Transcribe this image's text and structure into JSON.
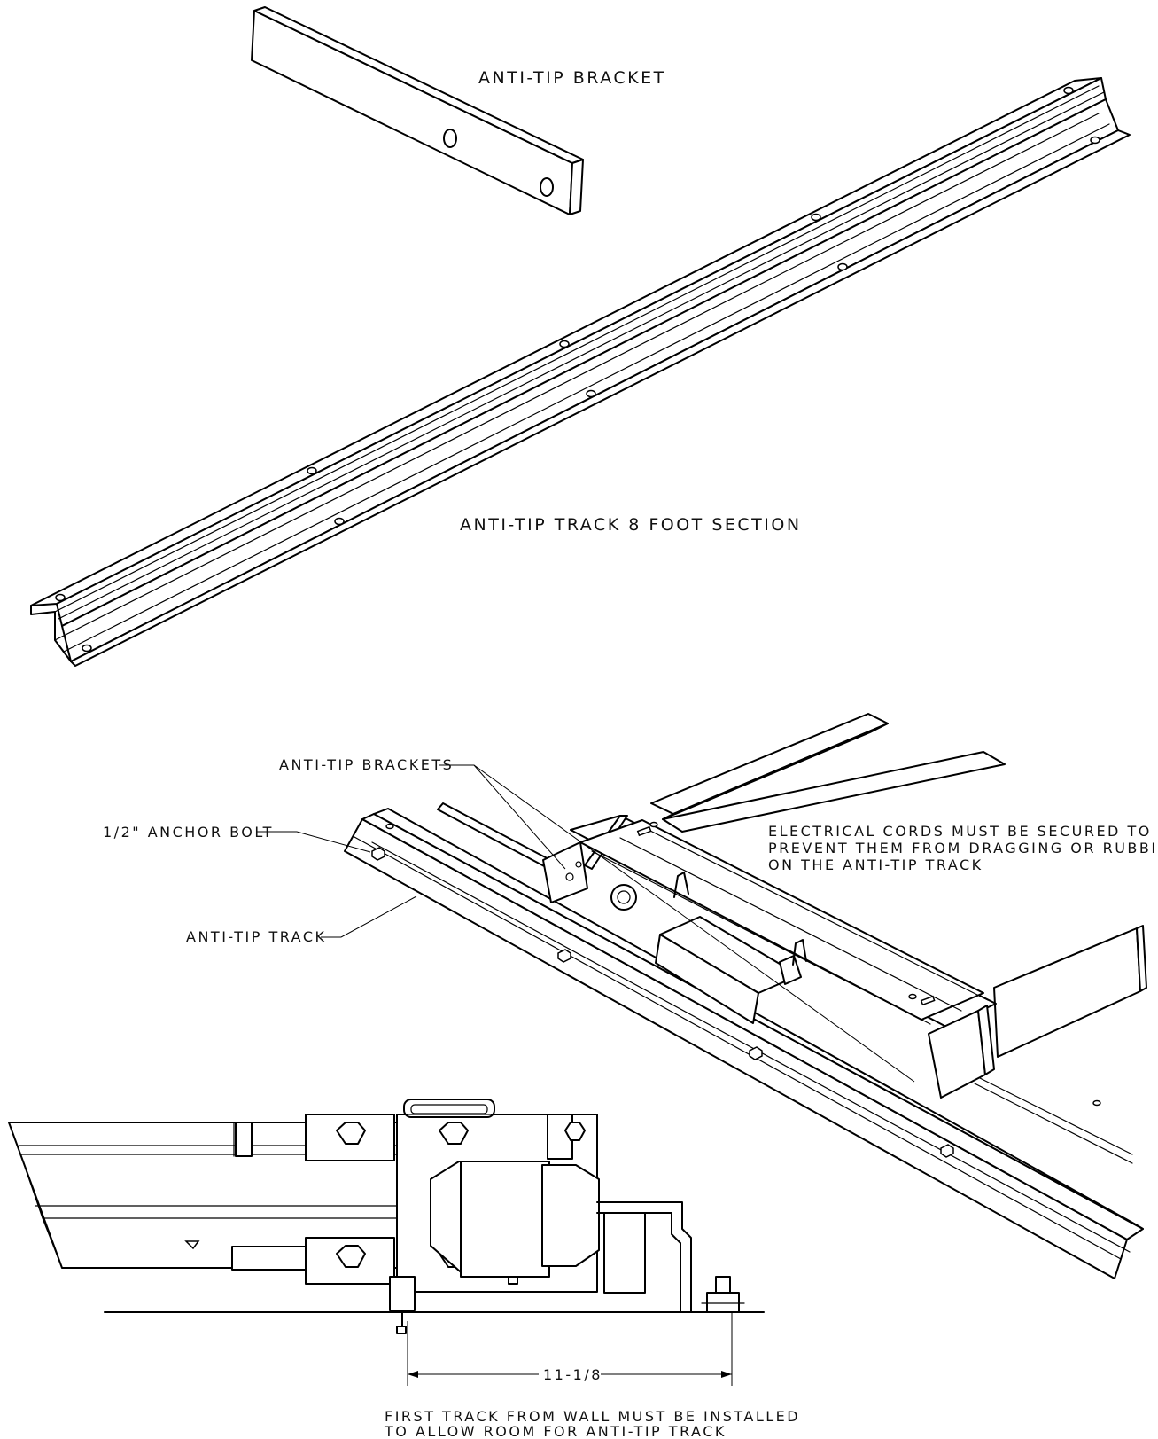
{
  "labels": {
    "anti_tip_bracket": "ANTI-TIP BRACKET",
    "anti_tip_track_section": "ANTI-TIP TRACK 8 FOOT SECTION",
    "anti_tip_brackets": "ANTI-TIP BRACKETS",
    "anchor_bolt": "1/2\" ANCHOR BOLT",
    "anti_tip_track": "ANTI-TIP TRACK",
    "electrical_cords_line1": "ELECTRICAL CORDS MUST BE SECURED TO",
    "electrical_cords_line2": "PREVENT THEM FROM DRAGGING OR RUBBING",
    "electrical_cords_line3": "ON THE ANTI-TIP TRACK",
    "dimension": "11-1/8",
    "first_track_line1": "FIRST TRACK FROM WALL MUST BE INSTALLED",
    "first_track_line2": "TO ALLOW ROOM FOR ANTI-TIP TRACK"
  }
}
